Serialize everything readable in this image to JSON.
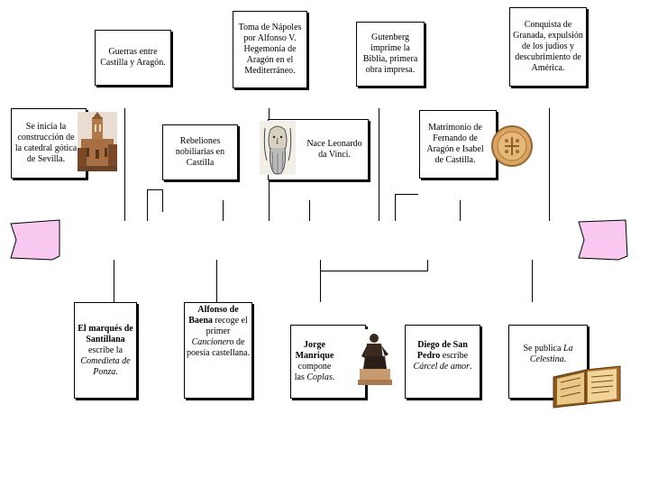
{
  "top_events": [
    {
      "id": "guerras",
      "text": "Guerras entre Castilla y Aragón."
    },
    {
      "id": "napoles",
      "text": "Toma de Nápoles por Alfonso V. Hegemonía de Aragón en el Mediterráneo."
    },
    {
      "id": "gutenberg",
      "text": "Gutenberg imprime la Biblia, primera obra impresa."
    },
    {
      "id": "granada",
      "text": "Conquista de Granada, expulsión de los judíos y descubrimiento de América."
    },
    {
      "id": "catedral",
      "text": "Se inicia la construcción de la catedral gótica de Sevilla."
    },
    {
      "id": "rebeliones",
      "text": "Rebeliones nobiliarias en Castilla"
    },
    {
      "id": "leonardo",
      "text": "Nace Leonardo da Vinci."
    },
    {
      "id": "matrimonio",
      "text": "Matrimonio de Fernando de Aragón e Isabel de Castilla."
    }
  ],
  "bottom_events": {
    "santillana": {
      "bold": "El marqués de Santillana",
      "text": " escribe la ",
      "italic": "Comedieta de Ponza",
      "end": "."
    },
    "baena": {
      "bold": "Alfonso de Baena",
      "text": " recoge el primer ",
      "italic": "Cancionero",
      "end": " de poesía castellana."
    },
    "manrique": {
      "bold": "Jorge Manrique",
      "text": " compone las ",
      "italic": "Coplas",
      "end": "."
    },
    "sanpedro": {
      "bold": "Diego de San Pedro",
      "text": " escribe ",
      "italic": "Cárcel de amor",
      "end": "."
    },
    "celestina": {
      "text": "Se publica ",
      "italic": "La Celestina",
      "end": "."
    }
  },
  "colors": {
    "scroll": "#f8c8f0",
    "border": "#000000"
  },
  "icons": [
    "cathedral-icon",
    "leonardo-portrait-icon",
    "coin-icon",
    "statue-icon",
    "old-book-icon"
  ]
}
